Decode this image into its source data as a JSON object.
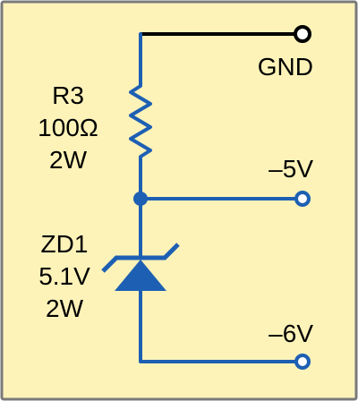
{
  "colors": {
    "background": "#fdf3b9",
    "border": "#7a7a7a",
    "wire": "#1d5fb3",
    "ground_wire": "#000000",
    "text": "#000000"
  },
  "terminals": {
    "gnd": "GND",
    "minus5": "–5V",
    "minus6": "–6V"
  },
  "resistor": {
    "ref": "R3",
    "value": "100Ω",
    "power": "2W"
  },
  "zener": {
    "ref": "ZD1",
    "voltage": "5.1V",
    "power": "2W"
  }
}
